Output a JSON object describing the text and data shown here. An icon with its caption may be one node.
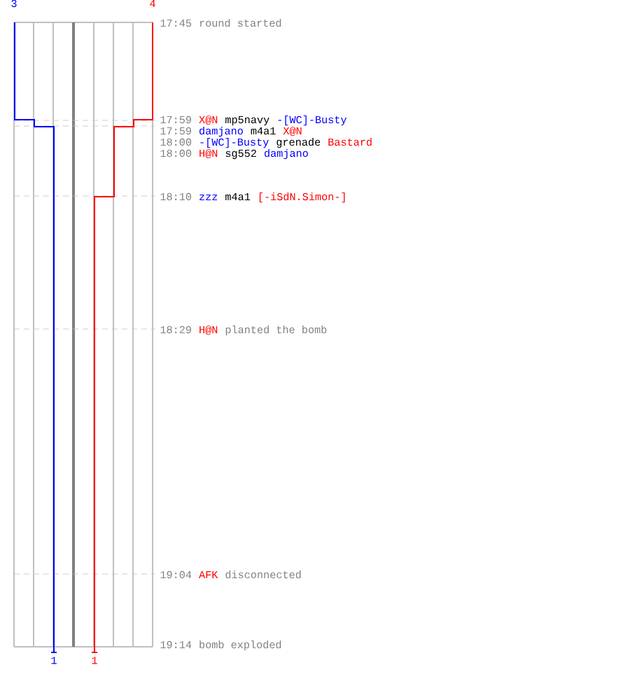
{
  "diagram": {
    "labels": [
      "3",
      "4",
      "17:45",
      "round started",
      "17:59",
      "X@N",
      "mp5navy",
      "-[WC]-Busty",
      "17:59",
      "damjano",
      "m4a1",
      "X@N",
      "18:00",
      "-[WC]-Busty",
      "grenade",
      "Bastard",
      "18:00",
      "H@N",
      "sg552",
      "damjano",
      "18:10",
      "zzz",
      "m4a1",
      "[-iSdN.Simon-]",
      "18:29",
      "H@N",
      "planted the bomb",
      "19:04",
      "AFK",
      "disconnected",
      "19:14",
      "bomb exploded",
      "1",
      "1"
    ]
  }
}
